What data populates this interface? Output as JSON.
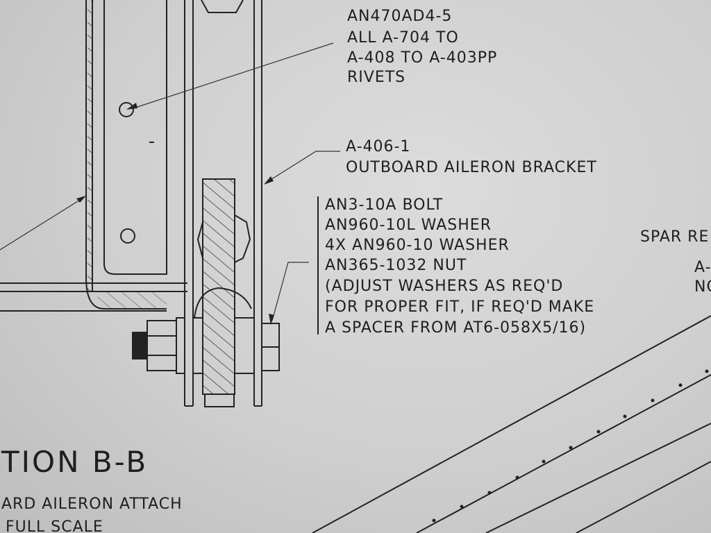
{
  "callouts": {
    "rivets": [
      "AN470AD4-5",
      "ALL A-704 TO",
      "A-408 TO A-403PP",
      "RIVETS"
    ],
    "bracket": [
      "A-406-1",
      "OUTBOARD AILERON BRACKET"
    ],
    "hardware": [
      "AN3-10A BOLT",
      "AN960-10L WASHER",
      "4X AN960-10 WASHER",
      "AN365-1032 NUT",
      "(ADJUST WASHERS AS REQ'D",
      "FOR PROPER FIT, IF REQ'D MAKE",
      "A SPACER FROM AT6-058X5/16)"
    ],
    "spar": [
      "SPAR RE",
      "A-",
      "NO"
    ]
  },
  "section": {
    "title": "TION B-B",
    "subtitle": "ARD AILERON ATTACH",
    "scale": "FULL SCALE"
  }
}
